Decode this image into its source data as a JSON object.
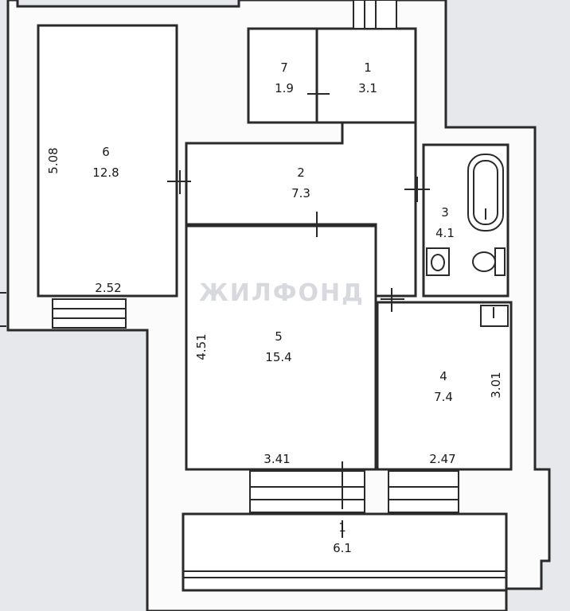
{
  "watermark": "ЖИЛФОНД",
  "colors": {
    "background": "#e6e8ec",
    "wall": "#2a2a2a",
    "room_fill": "#ffffff"
  },
  "rooms": [
    {
      "number": "6",
      "area": "12.8"
    },
    {
      "number": "7",
      "area": "1.9"
    },
    {
      "number": "1",
      "area": "3.1"
    },
    {
      "number": "2",
      "area": "7.3"
    },
    {
      "number": "3",
      "area": "4.1"
    },
    {
      "number": "5",
      "area": "15.4"
    },
    {
      "number": "4",
      "area": "7.4"
    },
    {
      "number": "1",
      "area": "6.1"
    }
  ],
  "dimensions": [
    "5.08",
    "2.52",
    "4.51",
    "3.41",
    "2.47",
    "3.01"
  ],
  "fixtures": [
    "bathtub-icon",
    "sink-icon",
    "toilet-icon",
    "kitchen-sink-icon"
  ]
}
